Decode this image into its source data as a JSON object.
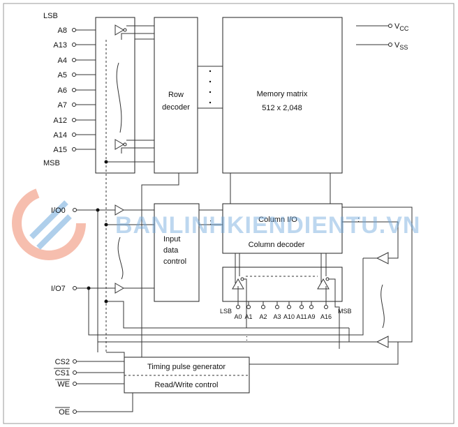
{
  "labels": {
    "lsb": "LSB",
    "msb": "MSB",
    "row_addresses": [
      "A8",
      "A13",
      "A4",
      "A5",
      "A6",
      "A7",
      "A12",
      "A14",
      "A15"
    ],
    "vcc": "V",
    "vcc_sub": "CC",
    "vss": "V",
    "vss_sub": "SS",
    "io0": "I/O0",
    "io7": "I/O7",
    "col_lsb": "LSB",
    "col_msb": "MSB",
    "col_addresses": [
      "A0",
      "A1",
      "A2",
      "A3",
      "A10",
      "A11",
      "A9",
      "A16"
    ],
    "cs2": "CS2",
    "cs1": "CS1",
    "we": "WE",
    "oe": "OE"
  },
  "blocks": {
    "row_decoder": [
      "Row",
      "decoder"
    ],
    "memory_matrix": [
      "Memory matrix",
      "512 x 2,048"
    ],
    "input_data_control": [
      "Input",
      "data",
      "control"
    ],
    "column_io": "Column I/O",
    "column_decoder": "Column decoder",
    "timing": "Timing pulse generator",
    "rw_control": "Read/Write control"
  },
  "watermark": "BANLINHKIENDIENTU.VN"
}
